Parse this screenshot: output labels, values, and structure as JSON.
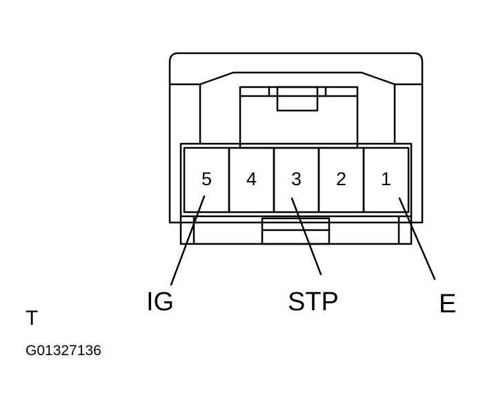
{
  "connector": {
    "pins": [
      {
        "number": "5"
      },
      {
        "number": "4"
      },
      {
        "number": "3"
      },
      {
        "number": "2"
      },
      {
        "number": "1"
      }
    ]
  },
  "callouts": [
    {
      "label": "IG",
      "pin": "5"
    },
    {
      "label": "STP",
      "pin": "3"
    },
    {
      "label": "E",
      "pin": "1"
    }
  ],
  "corner_label": "T",
  "figure_id": "G01327136",
  "colors": {
    "line": "#000000",
    "background": "#ffffff"
  }
}
